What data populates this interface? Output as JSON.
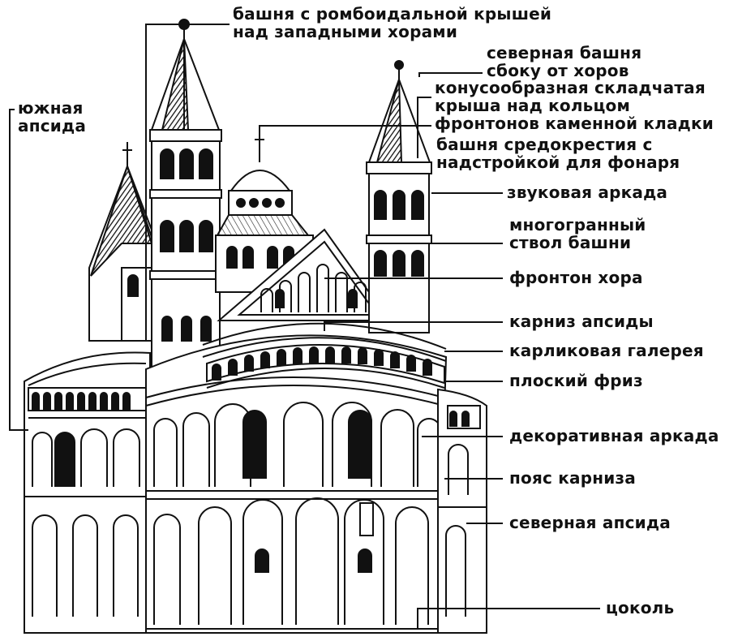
{
  "labels": {
    "west_tower": [
      "башня с ромбоидальной крышей",
      "над западными хорами"
    ],
    "north_tower": [
      "северная башня",
      "сбоку от хоров"
    ],
    "cone_roof": [
      "конусообразная складчатая",
      "крыша  над  кольцом",
      "фронтонов каменной кладки"
    ],
    "crossing_tower": [
      "башня средокрестия с",
      "надстройкой для фонаря"
    ],
    "sound_arcade": "звуковая аркада",
    "tower_shaft": [
      "многогранный",
      "ствол  башни"
    ],
    "choir_gable": "фронтон хора",
    "apse_cornice": "карниз апсиды",
    "dwarf_gallery": "карликовая галерея",
    "flat_frieze": "плоский фриз",
    "blind_arcade": "декоративная аркада",
    "cornice_belt": "пояс карниза",
    "north_apse": "северная апсида",
    "plinth": "цоколь",
    "south_apse": [
      "южная",
      "апсида"
    ]
  }
}
